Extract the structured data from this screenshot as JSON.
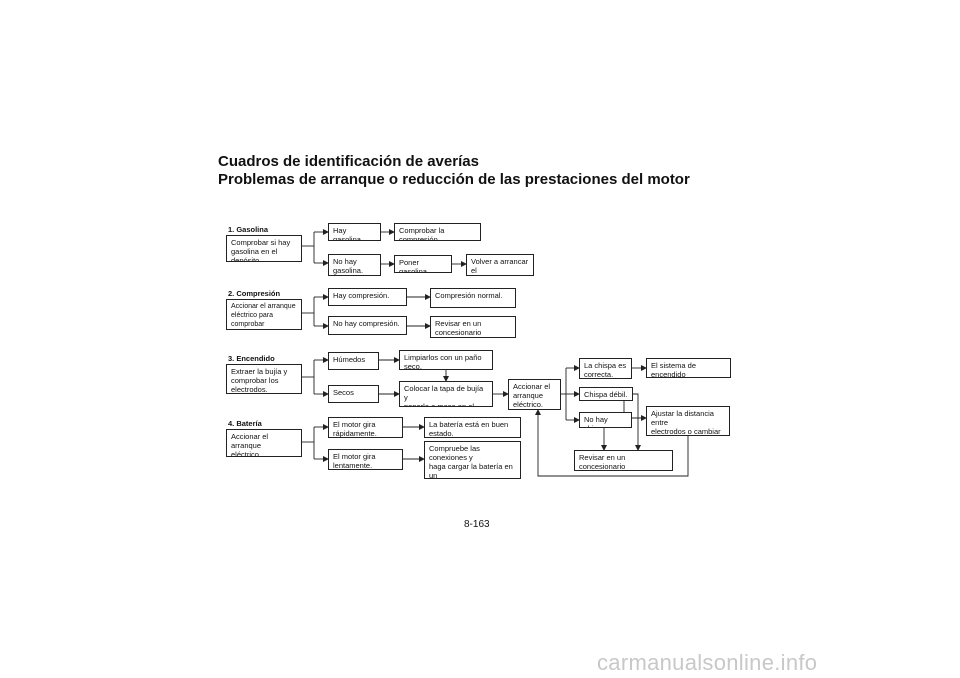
{
  "title": "Cuadros de identificación de averías",
  "subtitle": "Problemas de arranque o reducción de las prestaciones del motor",
  "page_number": "8-163",
  "watermark": "carmanualsonline.info",
  "sections": {
    "s1": {
      "label": "1. Gasolina",
      "check": "Comprobar si hay\ngasolina en el depósito."
    },
    "s2": {
      "label": "2. Compresión",
      "check": "Accionar el arranque\neléctrico para comprobar\nsi hay compresión."
    },
    "s3": {
      "label": "3. Encendido",
      "check": "Extraer la bujía y\ncomprobar los\nelectrodos."
    },
    "s4": {
      "label": "4. Batería",
      "check": "Accionar el arranque\neléctrico."
    }
  },
  "nodes": {
    "hay_gasolina": "Hay gasolina.",
    "comprobar_compresion": "Comprobar la compresión.",
    "no_hay_gasolina": "No hay\ngasolina.",
    "poner_gasolina": "Poner gasolina.",
    "volver_arrancar": "Volver a arrancar el\nmotor.",
    "hay_compresion": "Hay compresión.",
    "compresion_normal": "Compresión normal.",
    "no_hay_compresion": "No hay compresión.",
    "revisar_conc1": "Revisar en un\nconcesionario Yamaha.",
    "humedos": "Húmedos",
    "limpiarlos": "Limpiarlos con un paño seco.",
    "secos": "Secos",
    "colocar_tapa": "Colocar la tapa de bujía y\nponerla a masa en el chasis.",
    "accionar_electrico": "Accionar el\narranque\neléctrico.",
    "chispa_correcta": "La chispa es\ncorrecta.",
    "sistema_funciona": "El sistema de encendido\nfunciona bien.",
    "chispa_debil": "Chispa débil.",
    "no_hay_chispa": "No hay chispa.",
    "ajustar_distancia": "Ajustar la distancia entre\nelectrodos o cambiar la\nbujía.",
    "revisar_conc2": "Revisar en un concesionario\nYamaha.",
    "gira_rapido": "El motor gira\nrápidamente.",
    "bateria_buena": "La batería está en buen\nestado.",
    "gira_lento": "El motor gira\nlentamente.",
    "compruebe_conexiones": "Compruebe las conexiones y\nhaga cargar la batería en un\nconcesionario Yamaha si es\nnecesario."
  },
  "colors": {
    "line": "#222222",
    "watermark": "#c8c8c8"
  }
}
